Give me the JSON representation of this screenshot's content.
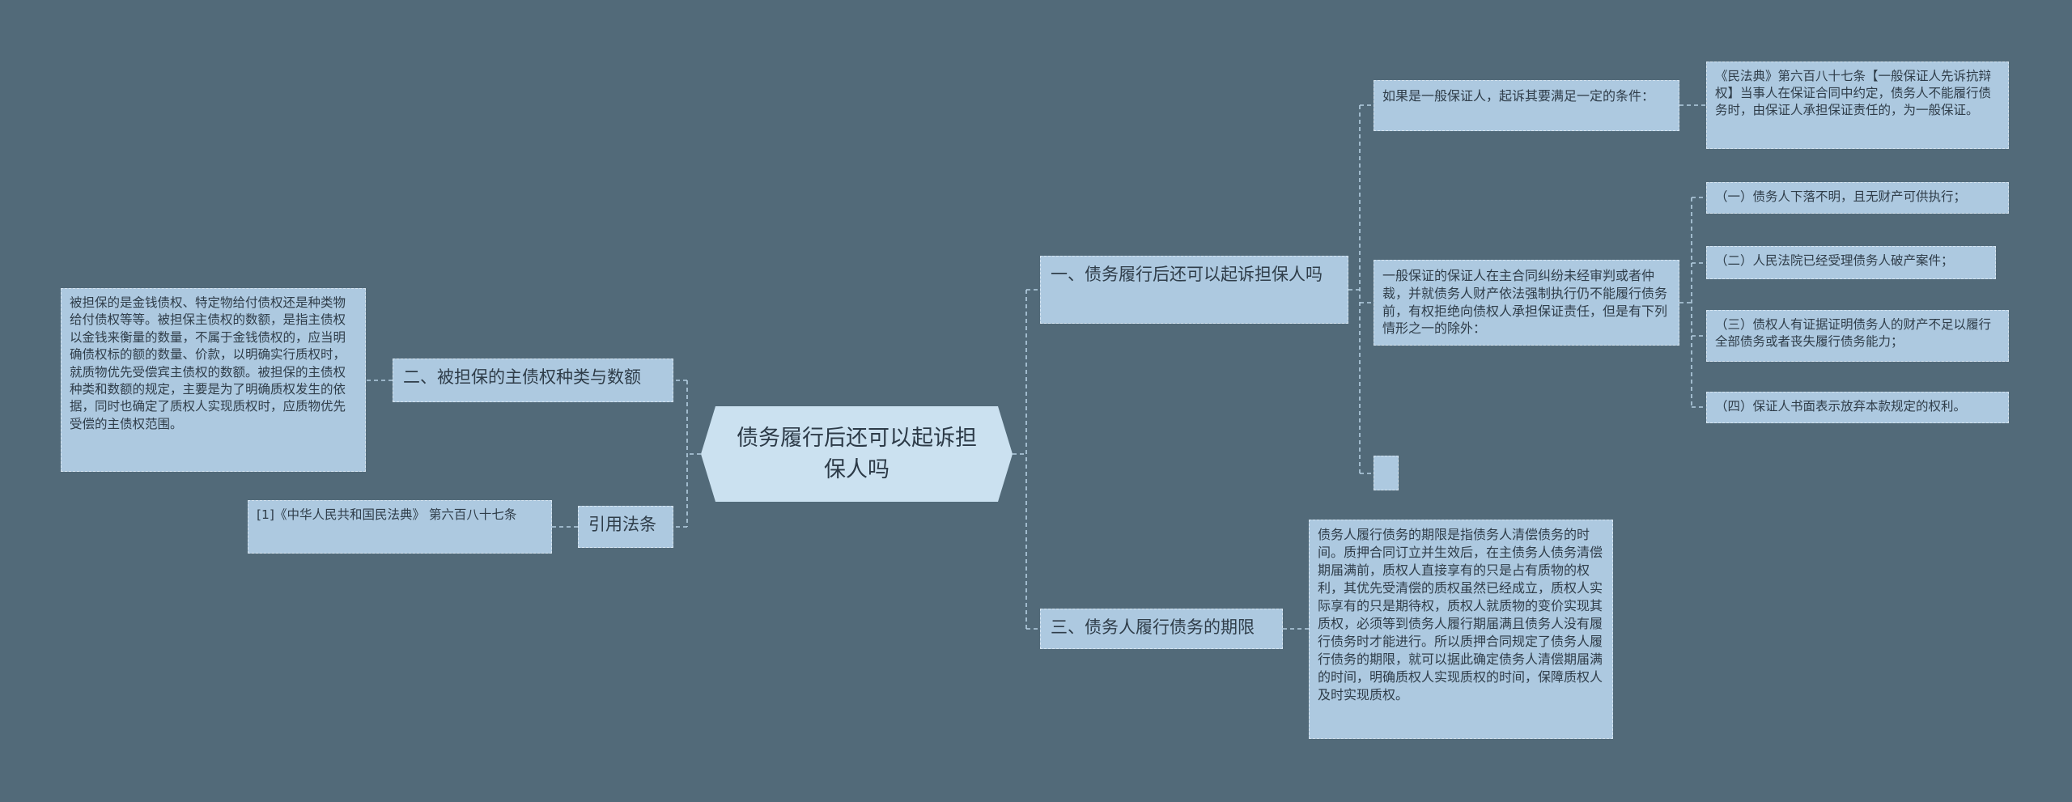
{
  "mindmap": {
    "root": "债务履行后还可以起诉担保人吗",
    "right": [
      {
        "label": "一、债务履行后还可以起诉担保人吗",
        "children": [
          {
            "text": "如果是一般保证人，起诉其要满足一定的条件：",
            "children": [
              "《民法典》第六百八十七条【一般保证人先诉抗辩权】当事人在保证合同中约定，债务人不能履行债务时，由保证人承担保证责任的，为一般保证。"
            ]
          },
          {
            "text": "一般保证的保证人在主合同纠纷未经审判或者仲裁，并就债务人财产依法强制执行仍不能履行债务前，有权拒绝向债权人承担保证责任，但是有下列情形之一的除外：",
            "children": [
              "（一）债务人下落不明，且无财产可供执行；",
              "（二）人民法院已经受理债务人破产案件；",
              "（三）债权人有证据证明债务人的财产不足以履行全部债务或者丧失履行债务能力；",
              "（四）保证人书面表示放弃本款规定的权利。"
            ]
          },
          {
            "text": "",
            "children": []
          }
        ]
      },
      {
        "label": "三、债务人履行债务的期限",
        "children": [
          {
            "text": "债务人履行债务的期限是指债务人清偿债务的时间。质押合同订立并生效后，在主债务人债务清偿期届满前，质权人直接享有的只是占有质物的权利，其优先受清偿的质权虽然已经成立，质权人实际享有的只是期待权，质权人就质物的变价实现其质权，必须等到债务人履行期届满且债务人没有履行债务时才能进行。所以质押合同规定了债务人履行债务的期限，就可以据此确定债务人清偿期届满的时间，明确质权人实现质权的时间，保障质权人及时实现质权。",
            "children": []
          }
        ]
      }
    ],
    "left": [
      {
        "label": "二、被担保的主债权种类与数额",
        "children": [
          "被担保的是金钱债权、特定物给付债权还是种类物给付债权等等。被担保主债权的数额，是指主债权以金钱来衡量的数量，不属于金钱债权的，应当明确债权标的额的数量、价款，以明确实行质权时，就质物优先受偿宾主债权的数额。被担保的主债权种类和数额的规定，主要是为了明确质权发生的依据，同时也确定了质权人实现质权时，应质物优先受偿的主债权范围。"
        ]
      },
      {
        "label": "引用法条",
        "children": [
          "[1]《中华人民共和国民法典》 第六百八十七条"
        ]
      }
    ]
  },
  "colors": {
    "background": "#526a79",
    "node_fill": "#adc9e0",
    "root_fill": "#cbe1f0",
    "connector": "#b5cfe2",
    "text": "#2f3d49"
  }
}
